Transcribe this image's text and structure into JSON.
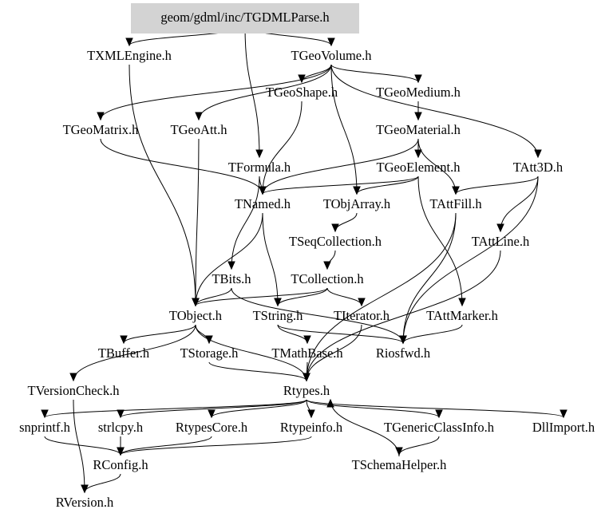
{
  "graph": {
    "title": "Include dependency graph for geom/gdml/inc/TGDMLParse.h",
    "root_fill": "#d3d3d3",
    "edge_color": "#000000",
    "nodes": [
      {
        "id": "root",
        "label": "geom/gdml/inc/TGDMLParse.h",
        "highlight": true
      },
      {
        "id": "txml",
        "label": "TXMLEngine.h"
      },
      {
        "id": "tgeovol",
        "label": "TGeoVolume.h"
      },
      {
        "id": "tgeoshape",
        "label": "TGeoShape.h"
      },
      {
        "id": "tgeomedium",
        "label": "TGeoMedium.h"
      },
      {
        "id": "tgeomatrix",
        "label": "TGeoMatrix.h"
      },
      {
        "id": "tgeoatt",
        "label": "TGeoAtt.h"
      },
      {
        "id": "tgeomaterial",
        "label": "TGeoMaterial.h"
      },
      {
        "id": "tformula",
        "label": "TFormula.h"
      },
      {
        "id": "tgeoelement",
        "label": "TGeoElement.h"
      },
      {
        "id": "tatt3d",
        "label": "TAtt3D.h"
      },
      {
        "id": "tnamed",
        "label": "TNamed.h"
      },
      {
        "id": "tobjarray",
        "label": "TObjArray.h"
      },
      {
        "id": "tattfill",
        "label": "TAttFill.h"
      },
      {
        "id": "tseqcoll",
        "label": "TSeqCollection.h"
      },
      {
        "id": "tattline",
        "label": "TAttLine.h"
      },
      {
        "id": "tbits",
        "label": "TBits.h"
      },
      {
        "id": "tcollection",
        "label": "TCollection.h"
      },
      {
        "id": "tobject",
        "label": "TObject.h"
      },
      {
        "id": "tstring",
        "label": "TString.h"
      },
      {
        "id": "titerator",
        "label": "TIterator.h"
      },
      {
        "id": "tattmarker",
        "label": "TAttMarker.h"
      },
      {
        "id": "tbuffer",
        "label": "TBuffer.h"
      },
      {
        "id": "tstorage",
        "label": "TStorage.h"
      },
      {
        "id": "tmathbase",
        "label": "TMathBase.h"
      },
      {
        "id": "riosfwd",
        "label": "Riosfwd.h"
      },
      {
        "id": "tversioncheck",
        "label": "TVersionCheck.h"
      },
      {
        "id": "rtypes",
        "label": "Rtypes.h"
      },
      {
        "id": "snprintf",
        "label": "snprintf.h"
      },
      {
        "id": "strlcpy",
        "label": "strlcpy.h"
      },
      {
        "id": "rtypescore",
        "label": "RtypesCore.h"
      },
      {
        "id": "rtypeinfo",
        "label": "Rtypeinfo.h"
      },
      {
        "id": "tgenericclassinfo",
        "label": "TGenericClassInfo.h"
      },
      {
        "id": "dllimport",
        "label": "DllImport.h"
      },
      {
        "id": "tschemahelper",
        "label": "TSchemaHelper.h"
      },
      {
        "id": "rconfig",
        "label": "RConfig.h"
      },
      {
        "id": "rversion",
        "label": "RVersion.h"
      }
    ],
    "edges": [
      [
        "root",
        "txml"
      ],
      [
        "root",
        "tgeovol"
      ],
      [
        "root",
        "tformula"
      ],
      [
        "tgeovol",
        "tgeoshape"
      ],
      [
        "tgeovol",
        "tgeomedium"
      ],
      [
        "tgeovol",
        "tgeomatrix"
      ],
      [
        "tgeovol",
        "tgeoatt"
      ],
      [
        "tgeovol",
        "tobjarray"
      ],
      [
        "tgeovol",
        "tatt3d"
      ],
      [
        "tgeomedium",
        "tgeomaterial"
      ],
      [
        "tgeomaterial",
        "tgeoelement"
      ],
      [
        "tgeomaterial",
        "tnamed"
      ],
      [
        "tgeomaterial",
        "tattfill"
      ],
      [
        "tgeoelement",
        "tnamed"
      ],
      [
        "tgeoelement",
        "tobjarray"
      ],
      [
        "tgeoelement",
        "tattmarker"
      ],
      [
        "tgeoshape",
        "tnamed"
      ],
      [
        "tgeomatrix",
        "tnamed"
      ],
      [
        "tgeoatt",
        "tobject"
      ],
      [
        "txml",
        "tobject"
      ],
      [
        "tformula",
        "tnamed"
      ],
      [
        "tformula",
        "tbits"
      ],
      [
        "tnamed",
        "tobject"
      ],
      [
        "tnamed",
        "tstring"
      ],
      [
        "tobjarray",
        "tseqcoll"
      ],
      [
        "tseqcoll",
        "tcollection"
      ],
      [
        "tcollection",
        "tobject"
      ],
      [
        "tcollection",
        "tstring"
      ],
      [
        "tcollection",
        "titerator"
      ],
      [
        "tatt3d",
        "tattfill"
      ],
      [
        "tatt3d",
        "tattline"
      ],
      [
        "tatt3d",
        "riosfwd"
      ],
      [
        "tattfill",
        "riosfwd"
      ],
      [
        "tattfill",
        "rtypes"
      ],
      [
        "tattline",
        "rtypes"
      ],
      [
        "tattmarker",
        "riosfwd"
      ],
      [
        "tbits",
        "tobject"
      ],
      [
        "tbits",
        "riosfwd"
      ],
      [
        "tobject",
        "tbuffer"
      ],
      [
        "tobject",
        "tstorage"
      ],
      [
        "tobject",
        "tversioncheck"
      ],
      [
        "tobject",
        "rtypes"
      ],
      [
        "tstring",
        "tmathbase"
      ],
      [
        "tstring",
        "riosfwd"
      ],
      [
        "titerator",
        "rtypes"
      ],
      [
        "tstorage",
        "rtypes"
      ],
      [
        "tmathbase",
        "rtypes"
      ],
      [
        "tversioncheck",
        "rversion"
      ],
      [
        "rtypes",
        "snprintf"
      ],
      [
        "rtypes",
        "strlcpy"
      ],
      [
        "rtypes",
        "rtypescore"
      ],
      [
        "rtypes",
        "rtypeinfo"
      ],
      [
        "rtypes",
        "tgenericclassinfo"
      ],
      [
        "rtypes",
        "dllimport"
      ],
      [
        "tgenericclassinfo",
        "tschemahelper"
      ],
      [
        "tschemahelper",
        "rtypes"
      ],
      [
        "snprintf",
        "rconfig"
      ],
      [
        "strlcpy",
        "rconfig"
      ],
      [
        "rtypescore",
        "rconfig"
      ],
      [
        "rtypeinfo",
        "rconfig"
      ],
      [
        "rconfig",
        "rversion"
      ]
    ]
  }
}
